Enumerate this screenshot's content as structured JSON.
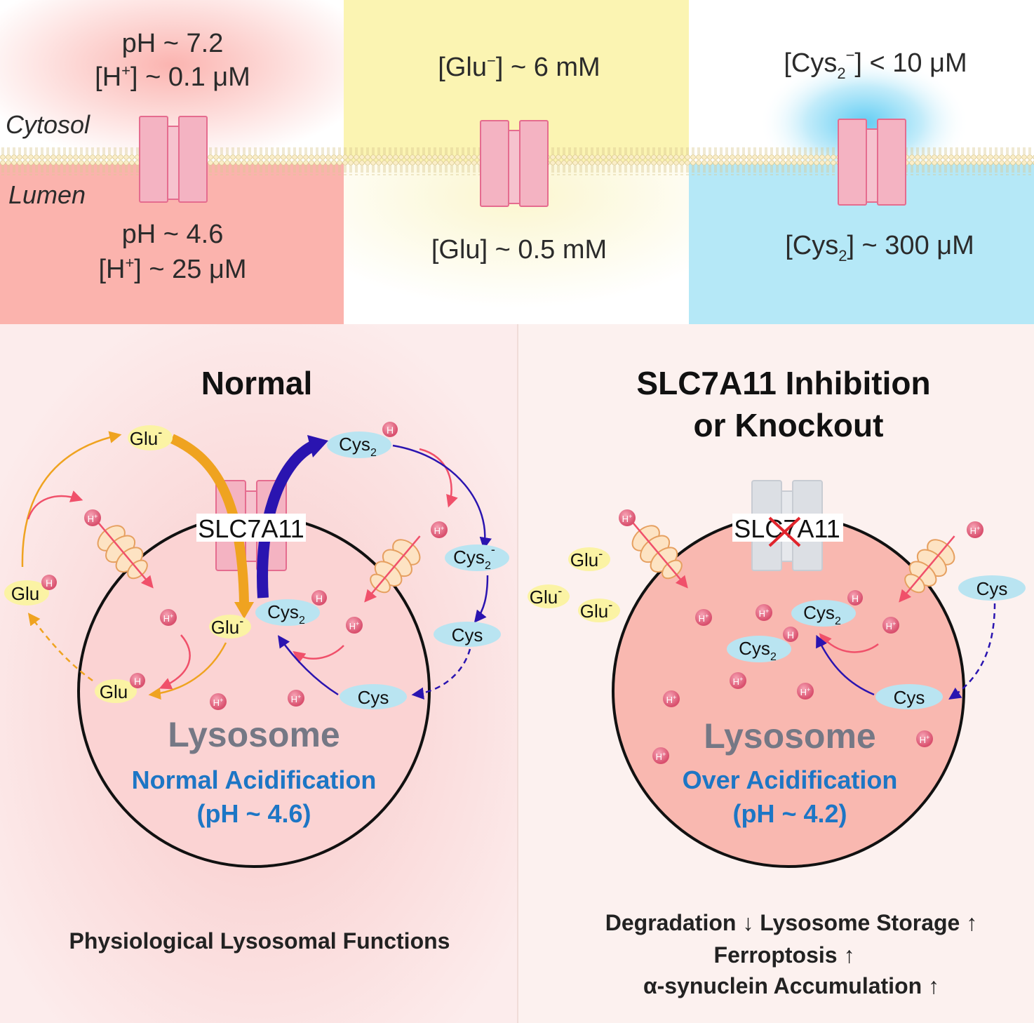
{
  "top": {
    "cytosol_label": "Cytosol",
    "lumen_label": "Lumen",
    "panel1": {
      "cyt_ph": "pH ~ 7.2",
      "cyt_h": "[H",
      "cyt_h_sup": "+",
      "cyt_h_val": "] ~ 0.1 μM",
      "lum_ph": "pH ~ 4.6",
      "lum_h": "[H",
      "lum_h_sup": "+",
      "lum_h_val": "] ~ 25 μM"
    },
    "panel2": {
      "cyt_glu": "[Glu",
      "cyt_glu_sup": "−",
      "cyt_glu_val": "] ~ 6 mM",
      "lum_glu": "[Glu] ~ 0.5 mM"
    },
    "panel3": {
      "cyt_cys": "[Cys",
      "cyt_cys_sub": "2",
      "cyt_cys_sup": "−",
      "cyt_cys_val": "] < 10 μM",
      "lum_cys": "[Cys",
      "lum_cys_sub": "2",
      "lum_cys_val": "] ~ 300 μM"
    }
  },
  "normal": {
    "title": "Normal",
    "transporter": "SLC7A11",
    "organelle": "Lysosome",
    "status_line1": "Normal Acidification",
    "status_line2": "(pH ~ 4.6)",
    "footer": "Physiological Lysosomal Functions",
    "molecules": {
      "glu": "Glu",
      "glu_minus": "-",
      "cys": "Cys",
      "cys2": "Cys",
      "sub2": "2",
      "cys2_minus": "-",
      "h": "H",
      "h_plus": "+"
    }
  },
  "knockout": {
    "title_line1": "SLC7A11 Inhibition",
    "title_line2": "or Knockout",
    "transporter": "SLC7A11",
    "organelle": "Lysosome",
    "status_line1": "Over Acidification",
    "status_line2": "(pH ~ 4.2)",
    "footer_line1": "Degradation ↓  Lysosome Storage ↑",
    "footer_line2": "Ferroptosis ↑",
    "footer_line3": "α-synuclein Accumulation ↑"
  },
  "colors": {
    "glu_fill": "#fbf3a4",
    "cys_fill": "#b9e4f1",
    "h_fill": "#e8708a",
    "glu_arrow": "#efa320",
    "cys_arrow": "#2a14b0",
    "h_arrow": "#f0506a",
    "status_blue": "#1d76c5",
    "lysosome_grey": "#757885",
    "transporter_pink": "#f4b3c2",
    "transporter_grey": "#dcdfe4"
  }
}
